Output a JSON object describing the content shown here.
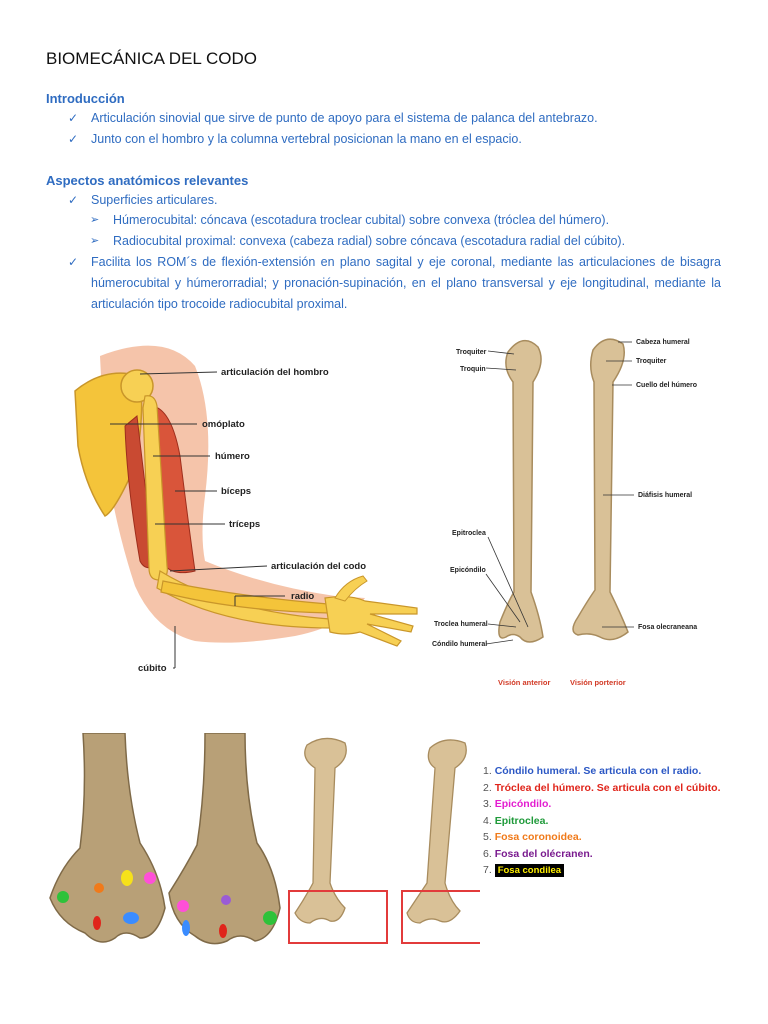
{
  "doc": {
    "title": "BIOMECÁNICA DEL CODO",
    "intro_heading": "Introducción",
    "intro_items": [
      "Articulación sinovial que sirve de punto de apoyo para el sistema de palanca del antebrazo.",
      "Junto con el hombro y la columna vertebral posicionan la mano en el espacio."
    ],
    "aspects_heading": "Aspectos anatómicos relevantes",
    "aspects_item1": "Superficies articulares.",
    "aspects_subitems": [
      "Húmerocubital: cóncava (escotadura troclear cubital) sobre convexa (tróclea del húmero).",
      "Radiocubital proximal: convexa (cabeza radial) sobre cóncava (escotadura radial del cúbito)."
    ],
    "aspects_item2": "Facilita los ROM´s de flexión-extensión en plano sagital y eje coronal, mediante las articulaciones de bisagra húmerocubital y húmerorradial; y pronación-supinación, en el plano transversal y eje longitudinal, mediante la articulación tipo trocoide radiocubital proximal."
  },
  "arm_figure": {
    "labels": [
      "articulación del hombro",
      "omóplato",
      "húmero",
      "bíceps",
      "tríceps",
      "articulación del codo",
      "radio",
      "cúbito"
    ]
  },
  "humerus_figure": {
    "left_labels": [
      "Troquiter",
      "Troquin",
      "Epitroclea",
      "Epicóndilo",
      "Troclea humeral",
      "Cóndilo humeral"
    ],
    "right_labels": [
      "Cabeza humeral",
      "Troquiter",
      "Cuello del húmero",
      "Diáfisis humeral",
      "Fosa olecraneana"
    ],
    "caption_anterior": "Visión anterior",
    "caption_posterior": "Visión porterior"
  },
  "legend": {
    "items": [
      {
        "num": "1.",
        "text": "Cóndilo humeral. Se articula con el radio.",
        "color": "#2b57c4"
      },
      {
        "num": "2.",
        "text": "Tróclea del húmero. Se articula con el cúbito.",
        "color": "#e0251b"
      },
      {
        "num": "3.",
        "text": "Epicóndilo.",
        "color": "#e31dd0"
      },
      {
        "num": "4.",
        "text": "Epitroclea.",
        "color": "#1f9a3a"
      },
      {
        "num": "5.",
        "text": "Fosa coronoidea.",
        "color": "#f07a1a"
      },
      {
        "num": "6.",
        "text": "Fosa del olécranen.",
        "color": "#7a1b8f"
      }
    ],
    "item7_num": "7.",
    "item7_text": "Fosa condilea"
  },
  "colors": {
    "text_blue": "#2f6cc1",
    "bone": "#cdb58a",
    "bone_dark": "#a88c5e",
    "bone_yellow": "#f4c43a",
    "muscle": "#d9553a",
    "skin": "#f2b08e",
    "box_red": "#e23b3b"
  }
}
